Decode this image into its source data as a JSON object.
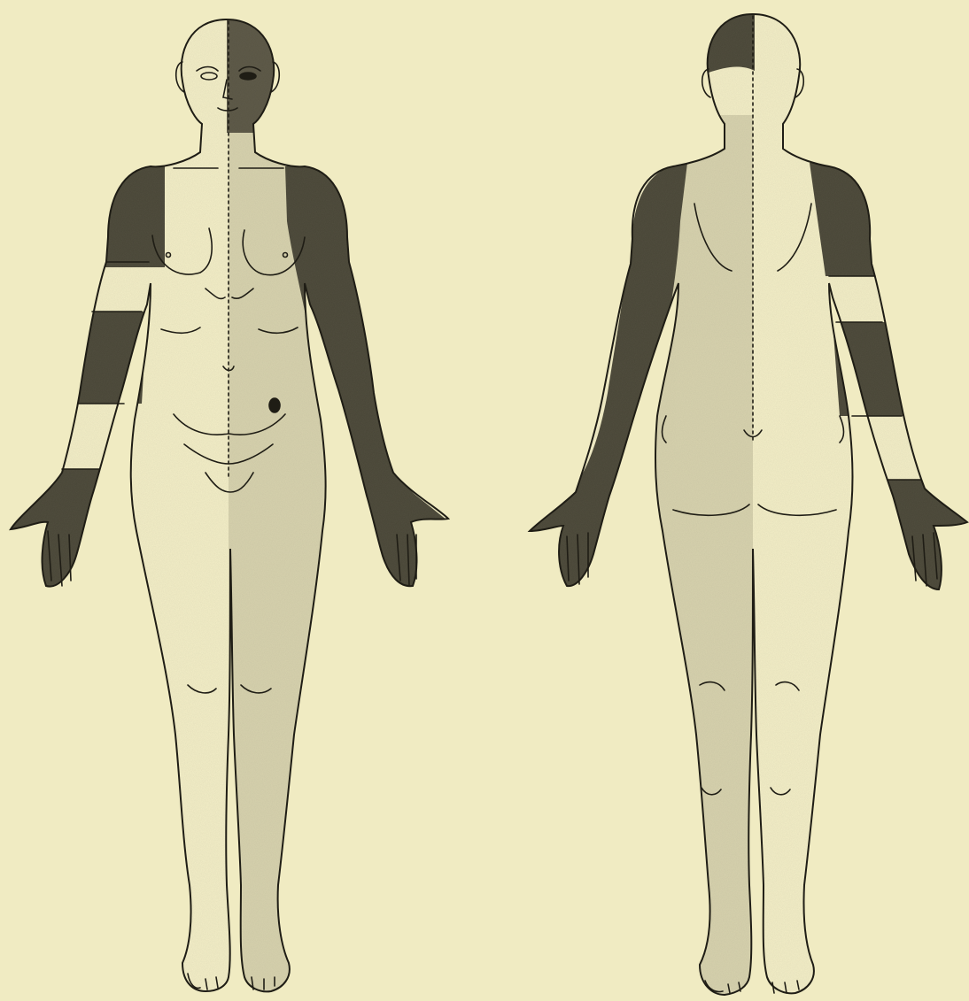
{
  "figure": {
    "figures": [
      {
        "id": "anterior",
        "view": "front"
      },
      {
        "id": "posterior",
        "view": "back"
      }
    ],
    "colors": {
      "paper": "#f0ebc2",
      "ink": "#1f1d15",
      "dense_shading": "#4a4738",
      "light_stipple": "#d6d1ad"
    },
    "regions": {
      "anterior": [
        "head-right-half-dark",
        "right-side-body-light",
        "right-arm-dark",
        "left-shoulder-dark",
        "left-forearm-band-dark",
        "left-hand-dark"
      ],
      "posterior": [
        "head-left-half-dark",
        "left-side-body-light",
        "left-arm-dark",
        "right-shoulder-dark",
        "right-forearm-band-dark",
        "right-hand-dark"
      ]
    }
  }
}
